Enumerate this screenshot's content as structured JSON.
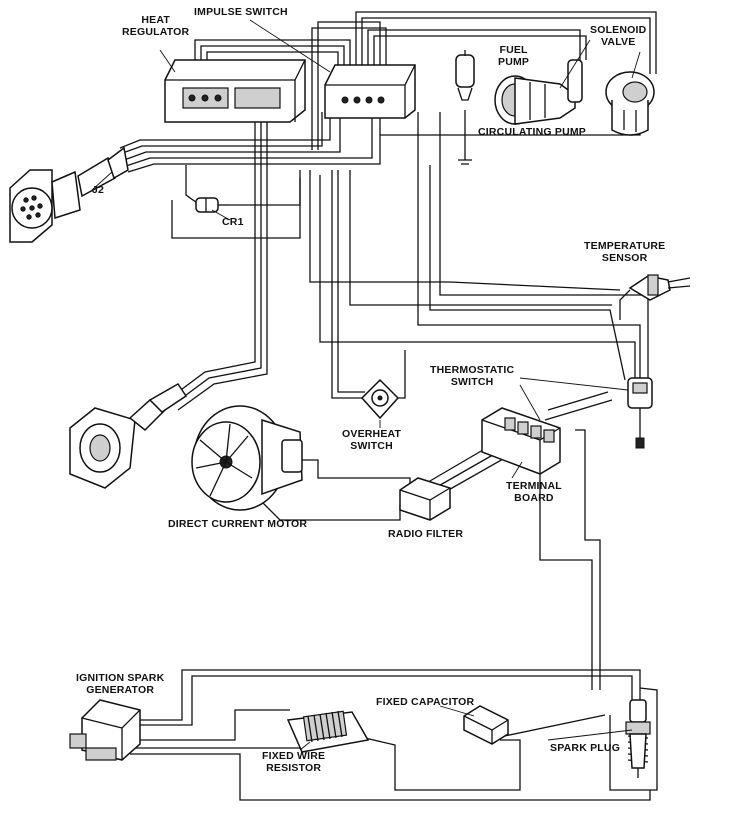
{
  "labels": {
    "heat_regulator": [
      "HEAT",
      "REGULATOR"
    ],
    "impulse_switch": "IMPULSE SWITCH",
    "fuel_pump": [
      "FUEL",
      "PUMP"
    ],
    "solenoid_valve": [
      "SOLENOID",
      "VALVE"
    ],
    "circulating_pump": "CIRCULATING PUMP",
    "j2": "J2",
    "cr1": "CR1",
    "temperature_sensor": [
      "TEMPERATURE",
      "SENSOR"
    ],
    "thermostatic_switch": [
      "THERMOSTATIC",
      "SWITCH"
    ],
    "overheat_switch": [
      "OVERHEAT",
      "SWITCH"
    ],
    "terminal_board": [
      "TERMINAL",
      "BOARD"
    ],
    "direct_current_motor": "DIRECT CURRENT MOTOR",
    "radio_filter": "RADIO FILTER",
    "ignition_spark_generator": [
      "IGNITION SPARK",
      "GENERATOR"
    ],
    "fixed_capacitor": "FIXED CAPACITOR",
    "fixed_wire_resistor": [
      "FIXED WIRE",
      "RESISTOR"
    ],
    "spark_plug": "SPARK PLUG"
  }
}
